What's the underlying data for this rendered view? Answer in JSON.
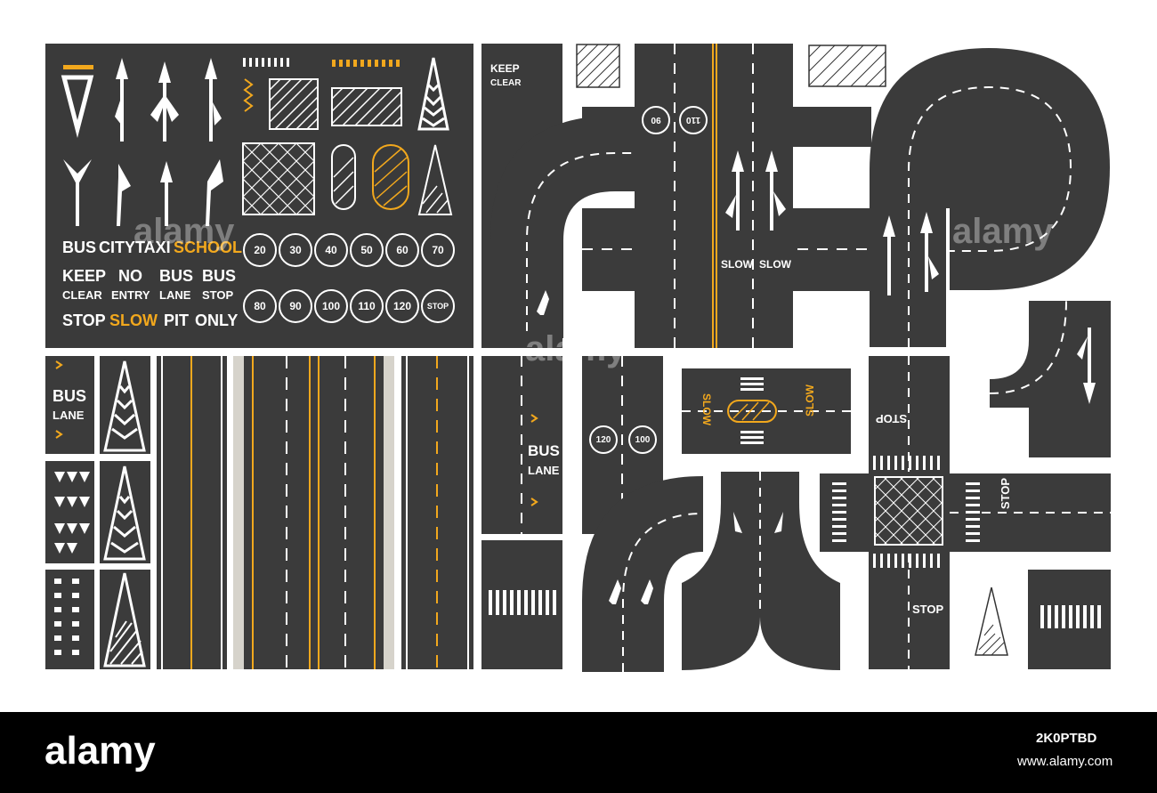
{
  "panel_labels": {
    "row1": [
      "BUS",
      "CITY",
      "TAXI",
      "SCHOOL"
    ],
    "row2_top": [
      "KEEP",
      "NO",
      "BUS",
      "BUS"
    ],
    "row2_bottom": [
      "CLEAR",
      "ENTRY",
      "LANE",
      "STOP"
    ],
    "row3": [
      "STOP",
      "SLOW",
      "PIT",
      "ONLY"
    ]
  },
  "speed_signs_row1": [
    "20",
    "30",
    "40",
    "50",
    "60",
    "70"
  ],
  "speed_signs_row2": [
    "80",
    "90",
    "100",
    "110",
    "120",
    "STOP"
  ],
  "road_texts": {
    "keep_clear_1": "KEEP",
    "keep_clear_2": "CLEAR",
    "slow": "SLOW",
    "bus": "BUS",
    "lane": "LANE",
    "stop": "STOP",
    "sign_90": "90",
    "sign_110": "110",
    "sign_120": "120",
    "sign_100": "100"
  },
  "watermark": {
    "brand": "alamy",
    "image_id": "2K0PTBD",
    "url": "www.alamy.com"
  },
  "colors": {
    "asphalt": "#3b3b3b",
    "marking_yellow": "#f2a81d",
    "marking_white": "#ffffff"
  }
}
